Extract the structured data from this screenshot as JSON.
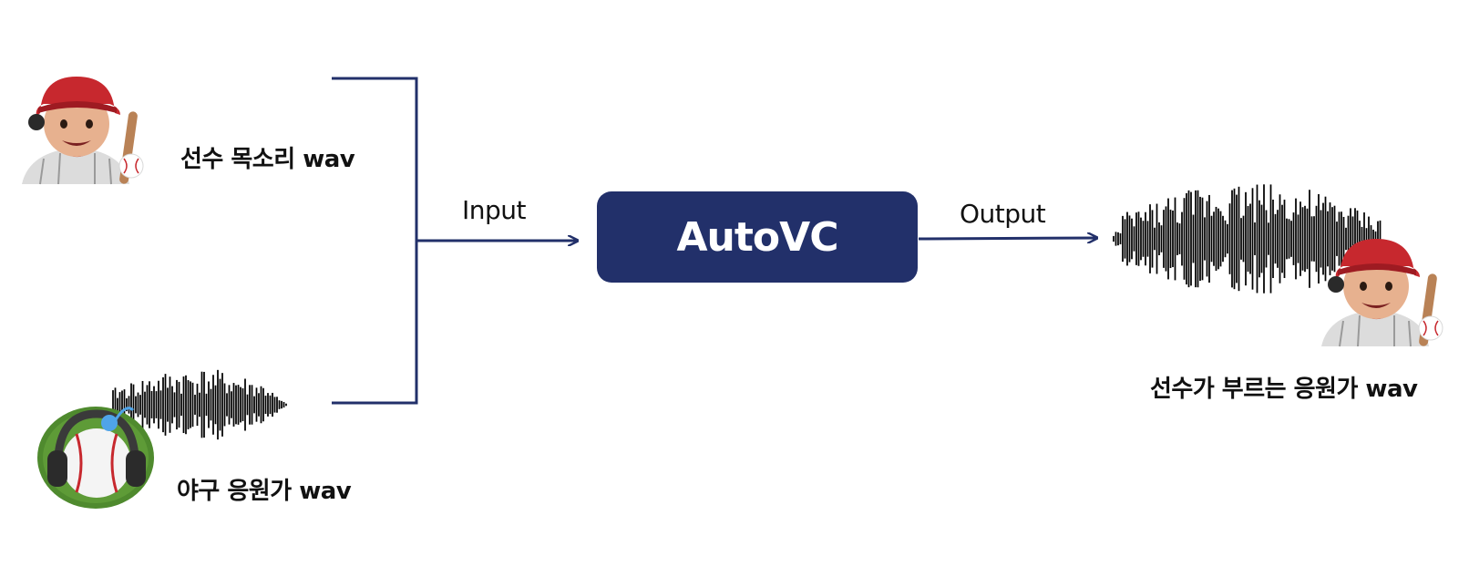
{
  "title": "",
  "nodes": {
    "player_voice": {
      "label": "선수 목소리 wav",
      "icon": "baseball-player-icon"
    },
    "cheer_song": {
      "label": "야구 응원가 wav",
      "icon": "baseball-headphones-icon"
    },
    "model": {
      "label": "AutoVC"
    },
    "result": {
      "label": "선수가 부르는 응원가 wav",
      "icon": "baseball-player-icon"
    }
  },
  "edges": {
    "input_label": "Input",
    "output_label": "Output"
  },
  "colors": {
    "accent": "#22306a",
    "waveform_dark": "#000000",
    "waveform_warm_start": "#f3c15a",
    "waveform_warm_end": "#c9435e"
  }
}
